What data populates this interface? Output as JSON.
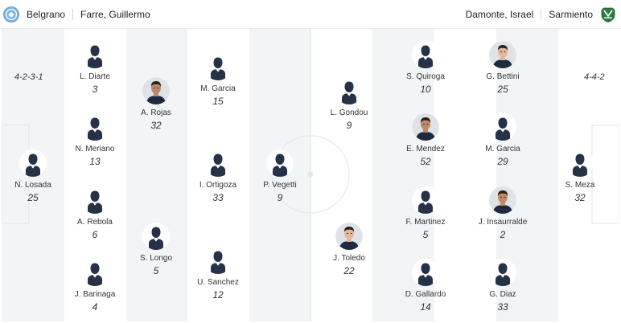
{
  "home": {
    "team": "Belgrano",
    "coach": "Farre, Guillermo",
    "formation": "4-2-3-1",
    "crest_color": "#7eb6de"
  },
  "away": {
    "team": "Sarmiento",
    "coach": "Damonte, Israel",
    "formation": "4-4-2",
    "crest_color": "#2a7b3e"
  },
  "players": [
    {
      "name": "N. Losada",
      "number": "25",
      "icon": "avatar-silhouette"
    },
    {
      "name": "L. Diarte",
      "number": "3",
      "icon": "avatar-silhouette"
    },
    {
      "name": "N. Meriano",
      "number": "13",
      "icon": "avatar-silhouette"
    },
    {
      "name": "A. Rebola",
      "number": "6",
      "icon": "avatar-silhouette"
    },
    {
      "name": "J. Barinaga",
      "number": "4",
      "icon": "avatar-silhouette"
    },
    {
      "name": "A. Rojas",
      "number": "32",
      "icon": "player-photo"
    },
    {
      "name": "S. Longo",
      "number": "5",
      "icon": "avatar-silhouette"
    },
    {
      "name": "M. Garcia",
      "number": "15",
      "icon": "avatar-silhouette"
    },
    {
      "name": "I. Ortigoza",
      "number": "33",
      "icon": "avatar-silhouette"
    },
    {
      "name": "U. Sanchez",
      "number": "12",
      "icon": "avatar-silhouette"
    },
    {
      "name": "P. Vegetti",
      "number": "9",
      "icon": "avatar-silhouette"
    },
    {
      "name": "L. Gondou",
      "number": "9",
      "icon": "avatar-silhouette"
    },
    {
      "name": "J. Toledo",
      "number": "22",
      "icon": "player-photo"
    },
    {
      "name": "S. Quiroga",
      "number": "10",
      "icon": "avatar-silhouette"
    },
    {
      "name": "E. Mendez",
      "number": "52",
      "icon": "player-photo"
    },
    {
      "name": "F. Martinez",
      "number": "5",
      "icon": "avatar-silhouette"
    },
    {
      "name": "D. Gallardo",
      "number": "14",
      "icon": "avatar-silhouette"
    },
    {
      "name": "G. Bettini",
      "number": "25",
      "icon": "player-photo"
    },
    {
      "name": "M. Garcia",
      "number": "29",
      "icon": "avatar-silhouette"
    },
    {
      "name": "J. Insaurralde",
      "number": "2",
      "icon": "player-photo"
    },
    {
      "name": "G. Diaz",
      "number": "33",
      "icon": "avatar-silhouette"
    },
    {
      "name": "S. Meza",
      "number": "32",
      "icon": "avatar-silhouette"
    }
  ]
}
